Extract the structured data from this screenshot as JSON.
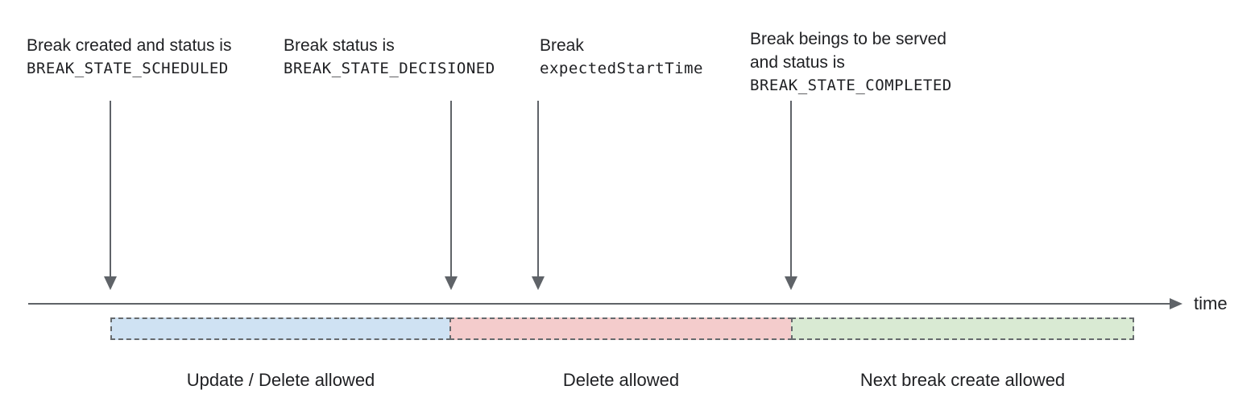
{
  "diagram": {
    "annotations": [
      {
        "line1": "Break created and status is",
        "code": "BREAK_STATE_SCHEDULED"
      },
      {
        "line1": "Break status is",
        "code": "BREAK_STATE_DECISIONED"
      },
      {
        "line1": "Break",
        "code": "expectedStartTime"
      },
      {
        "line1": "Break beings to be served",
        "line2": "and status is",
        "code": "BREAK_STATE_COMPLETED"
      }
    ],
    "timeline": {
      "axis_label": "time"
    },
    "segments": [
      {
        "label": "Update / Delete allowed",
        "fill": "#cfe2f3"
      },
      {
        "label": "Delete allowed",
        "fill": "#f4cccc"
      },
      {
        "label": "Next break create allowed",
        "fill": "#d9ead3"
      }
    ],
    "colors": {
      "line": "#5f6368",
      "dashed_border": "#666a6d",
      "text": "#202124"
    }
  }
}
